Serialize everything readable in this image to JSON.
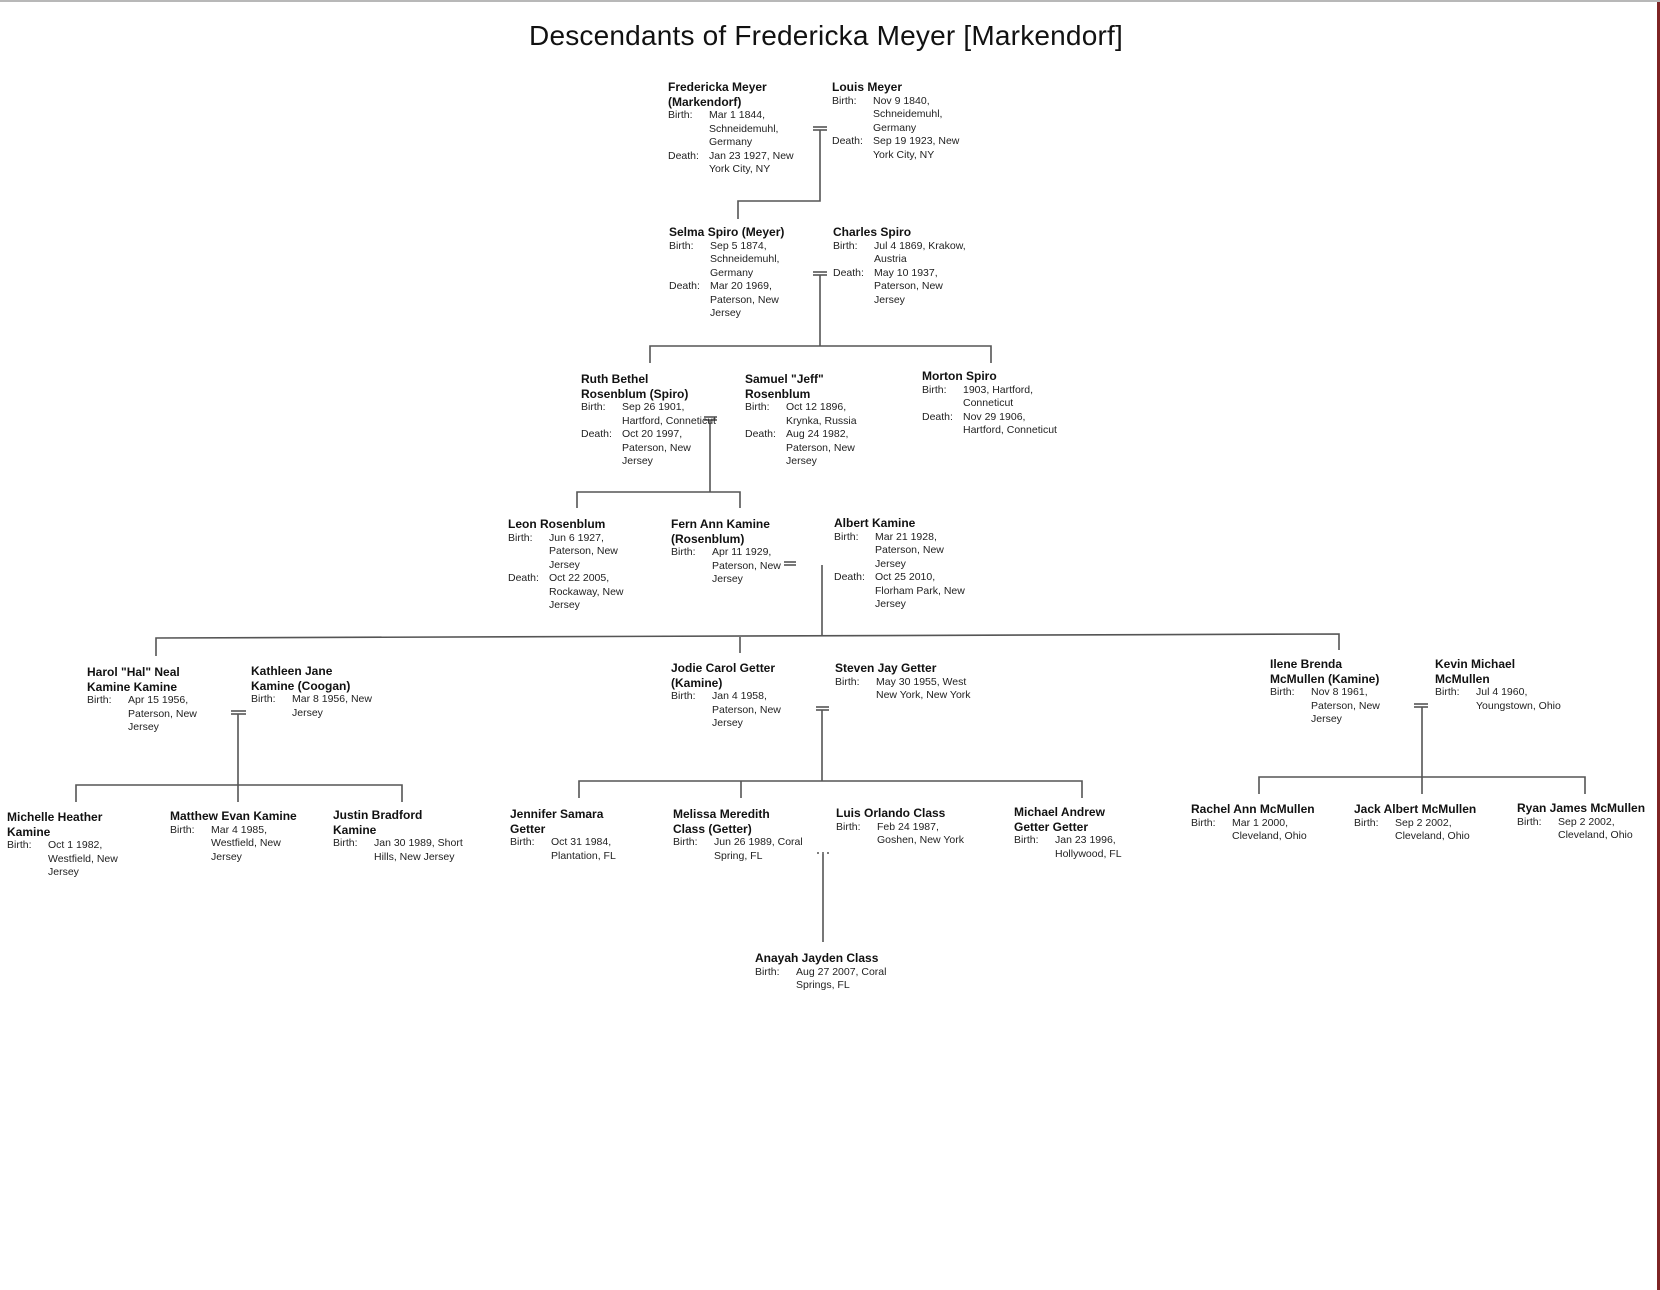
{
  "title": "Descendants of Fredericka Meyer [Markendorf]",
  "people": [
    {
      "name": "Fredericka Meyer\n(Markendorf)",
      "events": [
        {
          "label": "Birth:",
          "value": "Mar 1 1844,\nSchneidemuhl,\nGermany"
        },
        {
          "label": "Death:",
          "value": "Jan 23 1927, New\nYork City, NY"
        }
      ]
    },
    {
      "name": "Louis Meyer",
      "events": [
        {
          "label": "Birth:",
          "value": "Nov 9 1840,\nSchneidemuhl,\nGermany"
        },
        {
          "label": "Death:",
          "value": "Sep 19 1923, New\nYork City, NY"
        }
      ]
    },
    {
      "name": "Selma Spiro (Meyer)",
      "events": [
        {
          "label": "Birth:",
          "value": "Sep 5 1874,\nSchneidemuhl,\nGermany"
        },
        {
          "label": "Death:",
          "value": "Mar 20 1969,\nPaterson, New\nJersey"
        }
      ]
    },
    {
      "name": "Charles Spiro",
      "events": [
        {
          "label": "Birth:",
          "value": "Jul 4 1869, Krakow,\nAustria"
        },
        {
          "label": "Death:",
          "value": "May 10 1937,\nPaterson, New\nJersey"
        }
      ]
    },
    {
      "name": "Ruth Bethel\nRosenblum (Spiro)",
      "events": [
        {
          "label": "Birth:",
          "value": "Sep 26 1901,\nHartford, Conneticut"
        },
        {
          "label": "Death:",
          "value": "Oct 20 1997,\nPaterson, New\nJersey"
        }
      ]
    },
    {
      "name": "Samuel \"Jeff\"\nRosenblum",
      "events": [
        {
          "label": "Birth:",
          "value": "Oct 12 1896,\nKrynka, Russia"
        },
        {
          "label": "Death:",
          "value": "Aug 24 1982,\nPaterson, New\nJersey"
        }
      ]
    },
    {
      "name": "Morton Spiro",
      "events": [
        {
          "label": "Birth:",
          "value": "1903, Hartford,\nConneticut"
        },
        {
          "label": "Death:",
          "value": "Nov 29 1906,\nHartford, Conneticut"
        }
      ]
    },
    {
      "name": "Leon Rosenblum",
      "events": [
        {
          "label": "Birth:",
          "value": "Jun 6 1927,\nPaterson, New\nJersey"
        },
        {
          "label": "Death:",
          "value": "Oct 22 2005,\nRockaway, New\nJersey"
        }
      ]
    },
    {
      "name": "Fern Ann Kamine\n(Rosenblum)",
      "events": [
        {
          "label": "Birth:",
          "value": "Apr 11 1929,\nPaterson, New\nJersey"
        }
      ]
    },
    {
      "name": "Albert Kamine",
      "events": [
        {
          "label": "Birth:",
          "value": "Mar 21 1928,\nPaterson, New\nJersey"
        },
        {
          "label": "Death:",
          "value": "Oct 25 2010,\nFlorham Park, New\nJersey"
        }
      ]
    },
    {
      "name": "Harol \"Hal\" Neal\nKamine Kamine",
      "events": [
        {
          "label": "Birth:",
          "value": "Apr 15 1956,\nPaterson, New\nJersey"
        }
      ]
    },
    {
      "name": "Kathleen Jane\nKamine (Coogan)",
      "events": [
        {
          "label": "Birth:",
          "value": "Mar 8 1956, New\nJersey"
        }
      ]
    },
    {
      "name": "Jodie Carol Getter\n(Kamine)",
      "events": [
        {
          "label": "Birth:",
          "value": "Jan 4 1958,\nPaterson, New\nJersey"
        }
      ]
    },
    {
      "name": "Steven Jay Getter",
      "events": [
        {
          "label": "Birth:",
          "value": "May 30 1955, West\nNew York, New York"
        }
      ]
    },
    {
      "name": "Ilene Brenda\nMcMullen (Kamine)",
      "events": [
        {
          "label": "Birth:",
          "value": "Nov 8 1961,\nPaterson, New\nJersey"
        }
      ]
    },
    {
      "name": "Kevin Michael\nMcMullen",
      "events": [
        {
          "label": "Birth:",
          "value": "Jul 4 1960,\nYoungstown, Ohio"
        }
      ]
    },
    {
      "name": "Michelle Heather\nKamine",
      "events": [
        {
          "label": "Birth:",
          "value": "Oct 1 1982,\nWestfield, New\nJersey"
        }
      ]
    },
    {
      "name": "Matthew Evan Kamine",
      "events": [
        {
          "label": "Birth:",
          "value": "Mar 4 1985,\nWestfield, New\nJersey"
        }
      ]
    },
    {
      "name": "Justin Bradford\nKamine",
      "events": [
        {
          "label": "Birth:",
          "value": "Jan 30 1989, Short\nHills, New Jersey"
        }
      ]
    },
    {
      "name": "Jennifer Samara\nGetter",
      "events": [
        {
          "label": "Birth:",
          "value": "Oct 31 1984,\nPlantation, FL"
        }
      ]
    },
    {
      "name": "Melissa Meredith\nClass (Getter)",
      "events": [
        {
          "label": "Birth:",
          "value": "Jun 26 1989, Coral\nSpring, FL"
        }
      ]
    },
    {
      "name": "Luis Orlando Class",
      "events": [
        {
          "label": "Birth:",
          "value": "Feb 24 1987,\nGoshen, New York"
        }
      ]
    },
    {
      "name": "Michael Andrew\nGetter Getter",
      "events": [
        {
          "label": "Birth:",
          "value": "Jan 23 1996,\nHollywood, FL"
        }
      ]
    },
    {
      "name": "Rachel Ann McMullen",
      "events": [
        {
          "label": "Birth:",
          "value": "Mar 1 2000,\nCleveland, Ohio"
        }
      ]
    },
    {
      "name": "Jack Albert McMullen",
      "events": [
        {
          "label": "Birth:",
          "value": "Sep 2 2002,\nCleveland, Ohio"
        }
      ]
    },
    {
      "name": "Ryan James McMullen",
      "events": [
        {
          "label": "Birth:",
          "value": "Sep 2 2002,\nCleveland, Ohio"
        }
      ]
    },
    {
      "name": "Anayah Jayden Class",
      "events": [
        {
          "label": "Birth:",
          "value": "Aug 27 2007, Coral\nSprings, FL"
        }
      ]
    }
  ],
  "colors": {
    "line": "#555555",
    "text": "#111111",
    "border_right": "#7f2424"
  }
}
